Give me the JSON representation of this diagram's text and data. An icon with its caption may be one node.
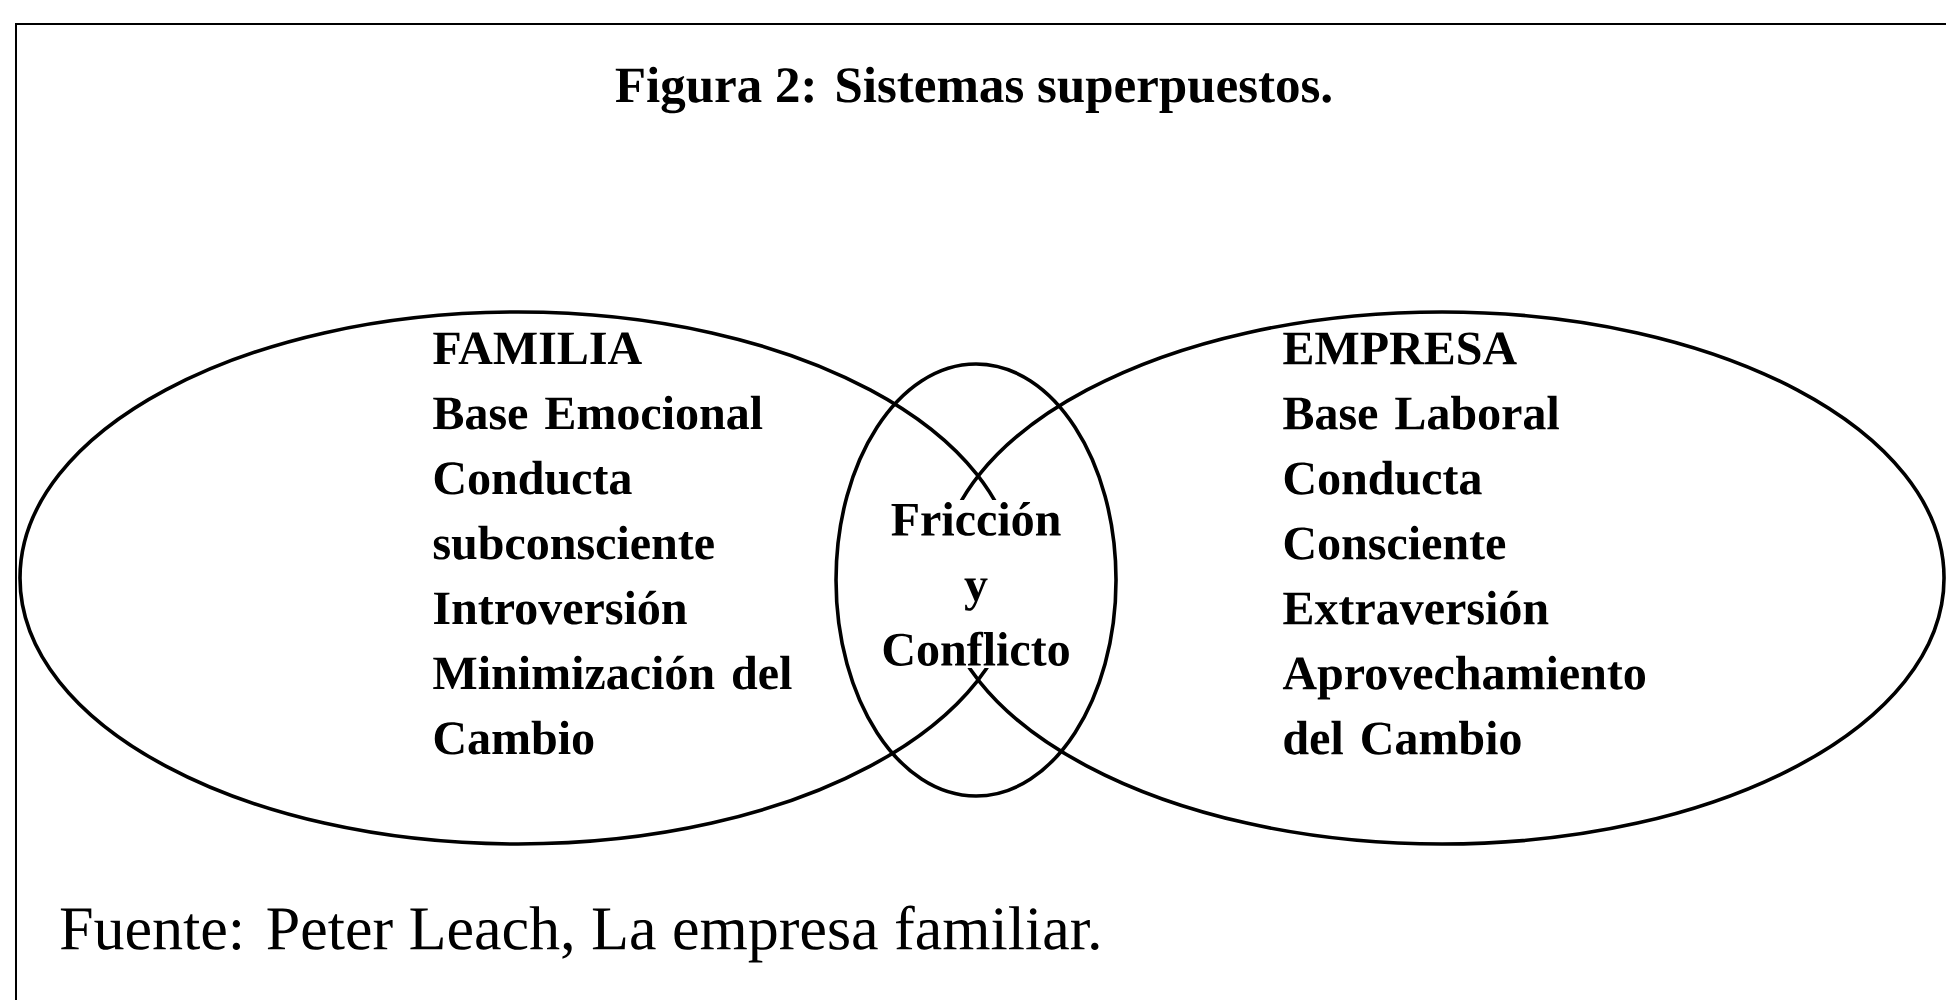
{
  "diagram": {
    "title": "Figura 2: Sistemas superpuestos.",
    "caption": "Fuente: Peter Leach, La empresa familiar.",
    "nodes": [
      {
        "text": [
          "FAMILIA",
          "Base Emocional",
          "Conducta subconsciente",
          "Introversión",
          "Minimización del Cambio"
        ]
      },
      {
        "text": [
          "EMPRESA",
          "Base Laboral",
          "Conducta Consciente",
          "Extraversión",
          "Aprovechamiento del Cambio"
        ]
      },
      {
        "text": [
          "Fricción y Conflicto"
        ]
      }
    ],
    "edges": []
  }
}
